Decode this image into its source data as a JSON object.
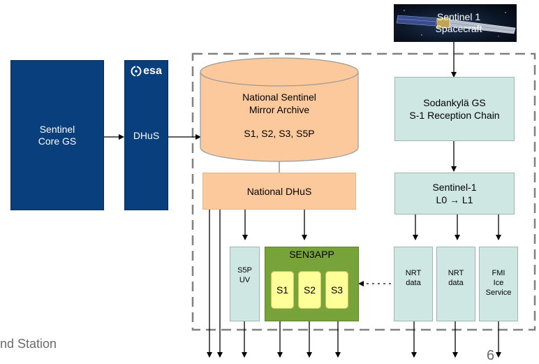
{
  "diagram": {
    "spacecraft": {
      "line1": "Sentinel 1",
      "line2": "Spacecraft"
    },
    "core_gs": {
      "line1": "Sentinel",
      "line2": "Core GS"
    },
    "esa_logo": {
      "text": "esa"
    },
    "dhus": {
      "label": "DHuS"
    },
    "archive": {
      "line1": "National Sentinel",
      "line2": "Mirror Archive",
      "line3": "S1, S2, S3, S5P"
    },
    "national_dhus": {
      "label": "National DHuS"
    },
    "sodankyla": {
      "line1": "Sodankylä GS",
      "line2": "S-1 Reception Chain"
    },
    "sentinel1_proc": {
      "line1": "Sentinel-1",
      "line2": "L0 → L1"
    },
    "s5p_uv": {
      "line1": "S5P",
      "line2": "UV"
    },
    "sen3app": {
      "title": "SEN3APP",
      "items": [
        "S1",
        "S2",
        "S3"
      ]
    },
    "nrt_data_1": {
      "line1": "NRT",
      "line2": "data"
    },
    "nrt_data_2": {
      "line1": "NRT",
      "line2": "data"
    },
    "fmi_ice": {
      "line1": "FMI",
      "line2": "Ice",
      "line3": "Service"
    },
    "footer_left": "nd Station",
    "page_number": "6"
  },
  "colors": {
    "core_blue": "#0a3f7e",
    "archive_orange": "#fbc99c",
    "archive_border": "#9a9a9a",
    "teal_fill": "#cfe7e3",
    "sen3app_green": "#78a33b",
    "yellow_item": "#ffff99"
  }
}
